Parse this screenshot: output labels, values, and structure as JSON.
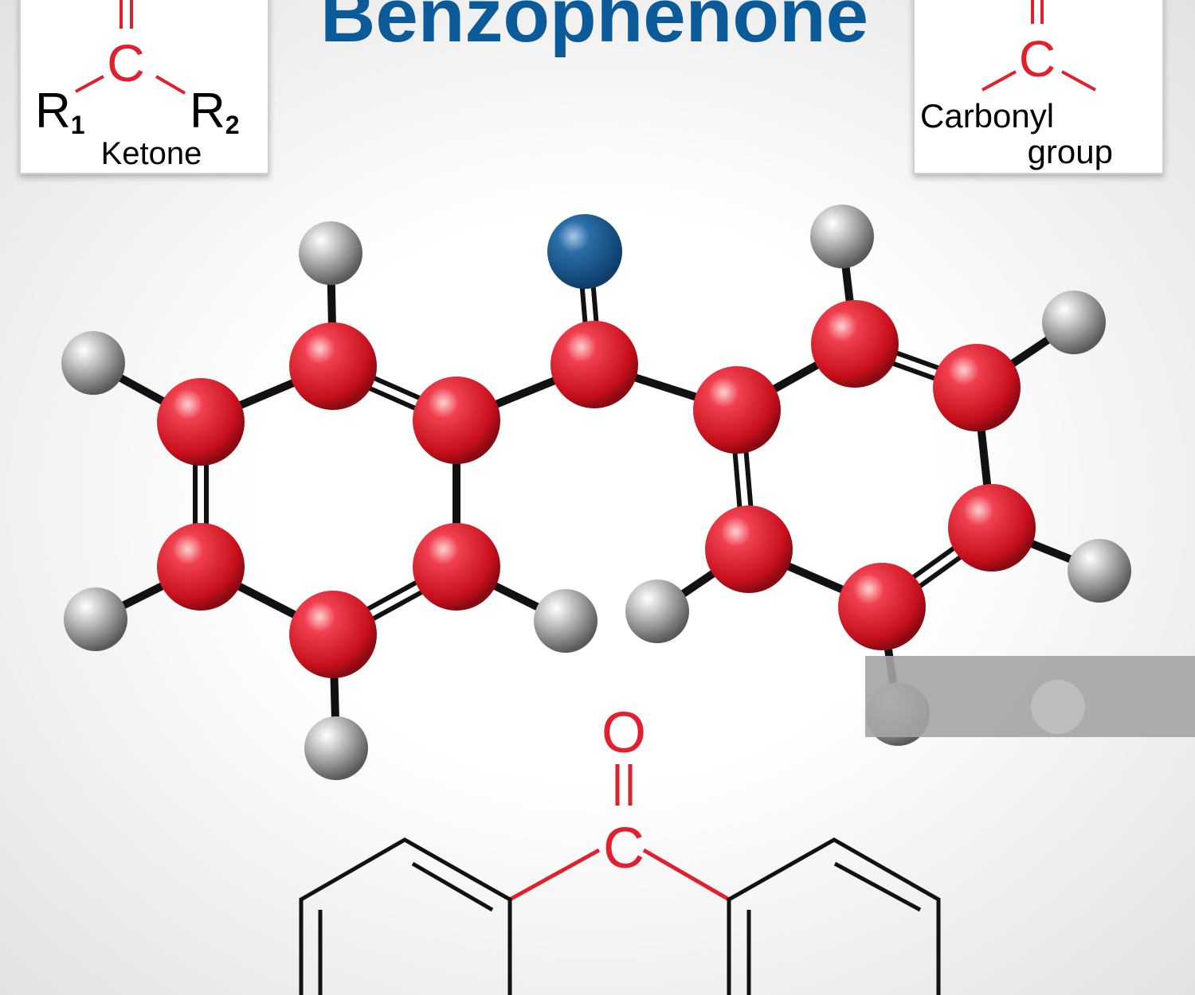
{
  "title": "Benzophenone",
  "ketone_box": {
    "carbon": "C",
    "r1": "R",
    "r1_sub": "1",
    "r2": "R",
    "r2_sub": "2",
    "label": "Ketone"
  },
  "carbonyl_box": {
    "carbon": "C",
    "label_line1": "Carbonyl",
    "label_line2": "group"
  },
  "skeletal": {
    "oxygen": "O",
    "carbon": "C"
  },
  "colors": {
    "title": "#0b5a9a",
    "carbon_atom": "#e0202c",
    "oxygen_atom": "#1c5f9c",
    "hydrogen_atom": "#9a9a9a",
    "bond": "#111111",
    "highlight": "#e0202c"
  }
}
